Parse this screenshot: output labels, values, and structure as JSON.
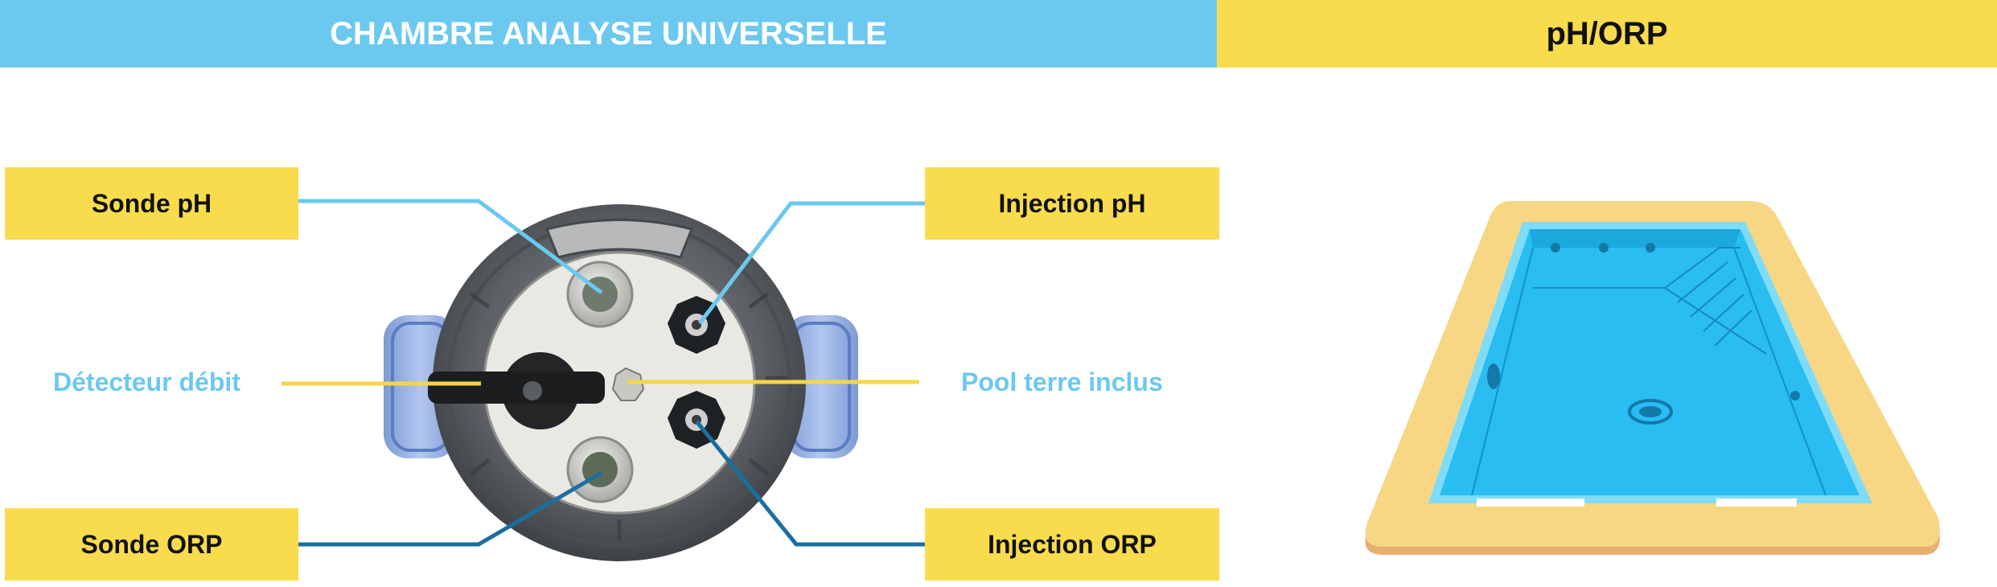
{
  "header": {
    "left_title": "CHAMBRE ANALYSE UNIVERSELLE",
    "right_title": "pH/ORP"
  },
  "labels": {
    "sonde_ph": "Sonde pH",
    "injection_ph": "Injection pH",
    "detecteur_debit": "Détecteur débit",
    "pool_terre": "Pool terre inclus",
    "sonde_orp": "Sonde ORP",
    "injection_orp": "Injection ORP"
  },
  "colors": {
    "banner_blue": "#6bc8ef",
    "banner_yellow": "#f9dc4d",
    "callout_light_blue": "#6bc8ef",
    "callout_dark_blue": "#1a6fa0",
    "callout_yellow": "#f5d648",
    "pool_water": "#29bdf2",
    "pool_deck": "#f7d783"
  },
  "icons": {
    "chamber": "analysis-chamber-illustration",
    "pool": "swimming-pool-illustration"
  }
}
